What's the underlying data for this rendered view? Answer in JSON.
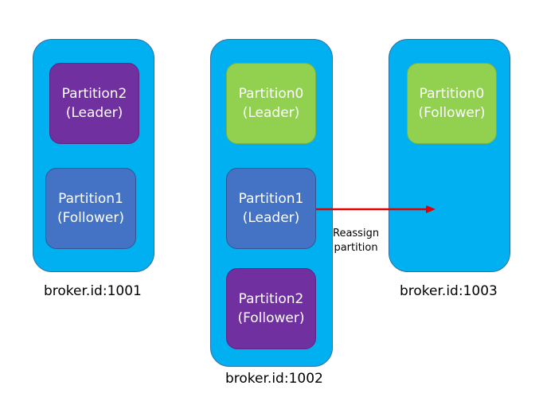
{
  "brokers": [
    {
      "label": "broker.id:1001",
      "partitions": [
        {
          "name": "Partition2",
          "role": "(Leader)"
        },
        {
          "name": "Partition1",
          "role": "(Follower)"
        }
      ]
    },
    {
      "label": "broker.id:1002",
      "partitions": [
        {
          "name": "Partition0",
          "role": "(Leader)"
        },
        {
          "name": "Partition1",
          "role": "(Leader)"
        },
        {
          "name": "Partition2",
          "role": "(Follower)"
        }
      ]
    },
    {
      "label": "broker.id:1003",
      "partitions": [
        {
          "name": "Partition0",
          "role": "(Follower)"
        }
      ]
    }
  ],
  "arrow": {
    "line1": "Reassign",
    "line2": "partition"
  },
  "colors": {
    "broker": "#00b0f0",
    "leader_purple": "#7030a0",
    "follower_blue": "#4472c4",
    "green": "#92d050",
    "arrow": "#e00000"
  }
}
